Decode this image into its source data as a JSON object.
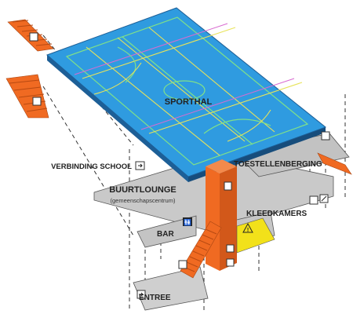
{
  "labels": {
    "sporthal": "SPORTHAL",
    "toestellenberging": "TOESTELLENBERGING",
    "verbinding_school": "VERBINDING SCHOOL",
    "buurtlounge": "BUURTLOUNGE",
    "buurtlounge_sub": "(gemeenschapscentrum)",
    "kleedkamers": "KLEEDKAMERS",
    "bar": "BAR",
    "entree": "ENTREE"
  },
  "icons": {
    "warning": "warning-icon",
    "toilet": "toilet-icon",
    "door": "door-icon",
    "accessible": "wheelchair-icon",
    "stairs": "stairs-icon",
    "elevator": "elevator-icon"
  },
  "colors": {
    "court": "#2f9be0",
    "court_edge": "#1d5f97",
    "floor": "#c9c9c9",
    "floor_dark": "#a9a9a9",
    "core": "#f06a22",
    "core_dark": "#b84a12",
    "warning": "#f2e11a",
    "stairs": "#f06a22"
  }
}
